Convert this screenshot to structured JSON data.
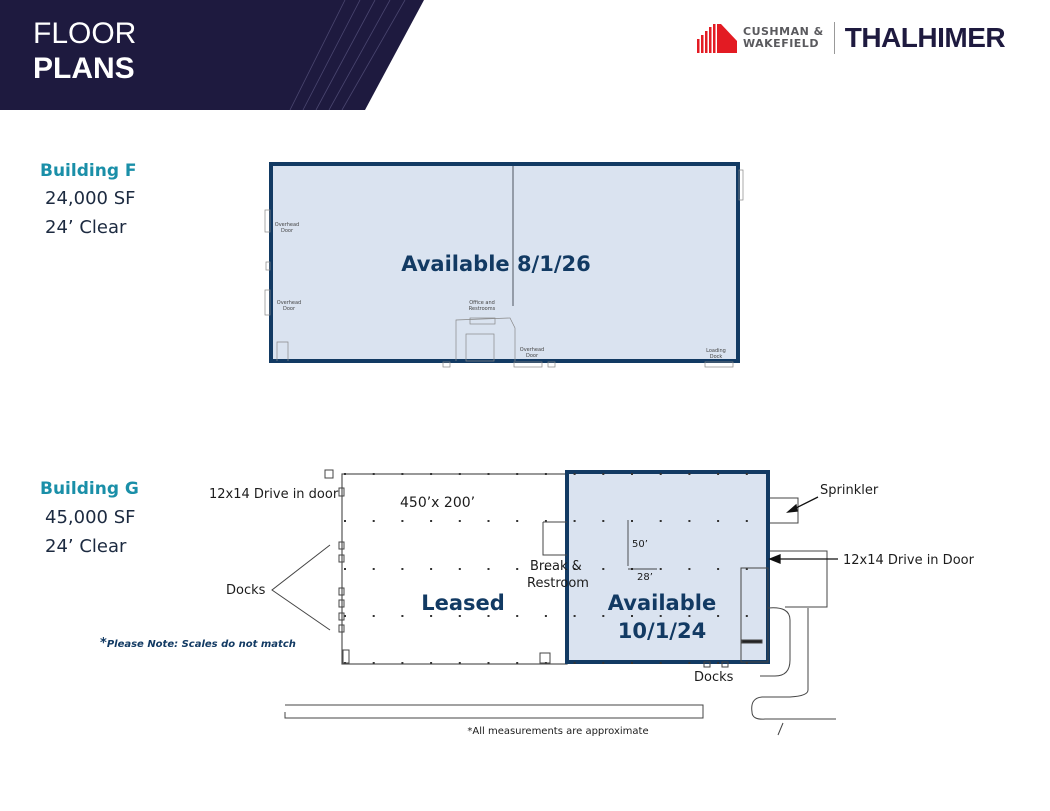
{
  "header": {
    "title_line1": "FLOOR",
    "title_line2": "PLANS",
    "banner_color": "#1e1a3f"
  },
  "logo": {
    "brand_line1": "CUSHMAN &",
    "brand_line2": "WAKEFIELD",
    "partner": "THALHIMER",
    "brand_color": "#e31b23"
  },
  "buildings": [
    {
      "name": "Building F",
      "size": "24,000 SF",
      "clear": "24’ Clear",
      "status": "Available 8/1/26",
      "labels": {
        "overhead_door_1": [
          "Overhead",
          "Door"
        ],
        "overhead_door_2": [
          "Overhead",
          "Door"
        ],
        "office": [
          "Office and",
          "Restrooms"
        ],
        "overhead_door_3": [
          "Overhead",
          "Door"
        ],
        "loading_dock": [
          "Loading",
          "Dock"
        ]
      }
    },
    {
      "name": "Building G",
      "size": "45,000 SF",
      "clear": "24’ Clear",
      "leased_label": "Leased",
      "available_label": [
        "Available",
        "10/1/24"
      ],
      "labels": {
        "drive_in_left": "12x14 Drive in door",
        "dimensions": "450’x 200’",
        "docks_left": "Docks",
        "break_room": [
          "Break &",
          "Restroom"
        ],
        "bay_height": "50’",
        "bay_width": "28’",
        "sprinkler": "Sprinkler",
        "drive_in_right": "12x14 Drive in Door",
        "docks_bottom": "Docks"
      }
    }
  ],
  "notes": {
    "scales": "Please Note: Scales do not match",
    "scales_star": "*",
    "measurements": "*All measurements are approximate"
  },
  "colors": {
    "available_fill": "#dae3f0",
    "available_border": "#123a63",
    "building_name": "#1a8fa8"
  }
}
